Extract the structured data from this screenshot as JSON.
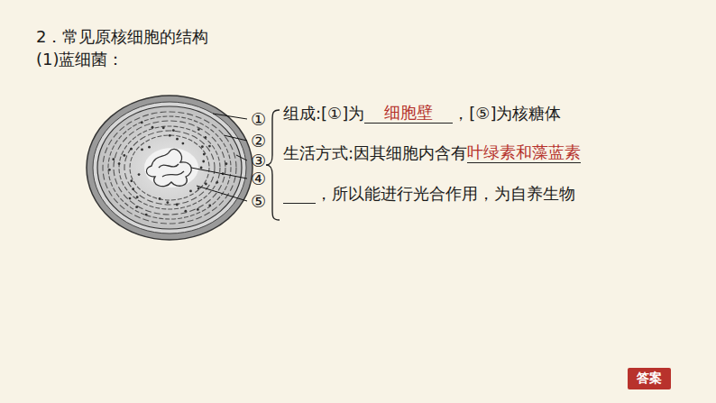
{
  "diagram": {
    "title": "2．常见原核细胞的结构",
    "nodes": [
      {
        "text": [
          "答案"
        ]
      }
    ],
    "labels": [
      "(1)蓝细菌：",
      "①",
      "②",
      "③",
      "④",
      "⑤",
      "组成:[①]为",
      "细胞壁",
      "，[⑤]为核糖体",
      "生活方式:因其细胞内含有",
      "叶绿素和藻蓝素",
      "，所以能进行光合作用，为自养生物"
    ]
  }
}
